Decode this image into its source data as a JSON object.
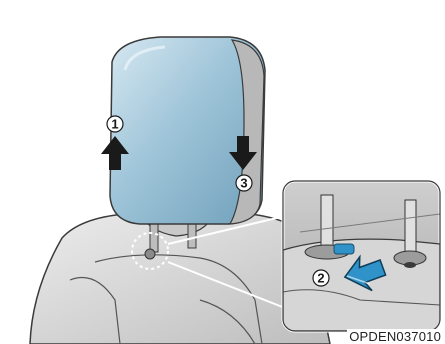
{
  "figure": {
    "steps": [
      {
        "number": "1",
        "direction": "up"
      },
      {
        "number": "2",
        "direction": "press"
      },
      {
        "number": "3",
        "direction": "down"
      }
    ],
    "figure_code": "OPDEN037010",
    "colors": {
      "headrest_fill": "#8fb9cf",
      "headrest_light": "#c9dfea",
      "seat_fill": "#d9d9d9",
      "seat_shadow": "#b5b5b5",
      "outline": "#3a3a3a",
      "button_blue": "#2f93c9",
      "arrow_black": "#1a1a1a"
    }
  }
}
